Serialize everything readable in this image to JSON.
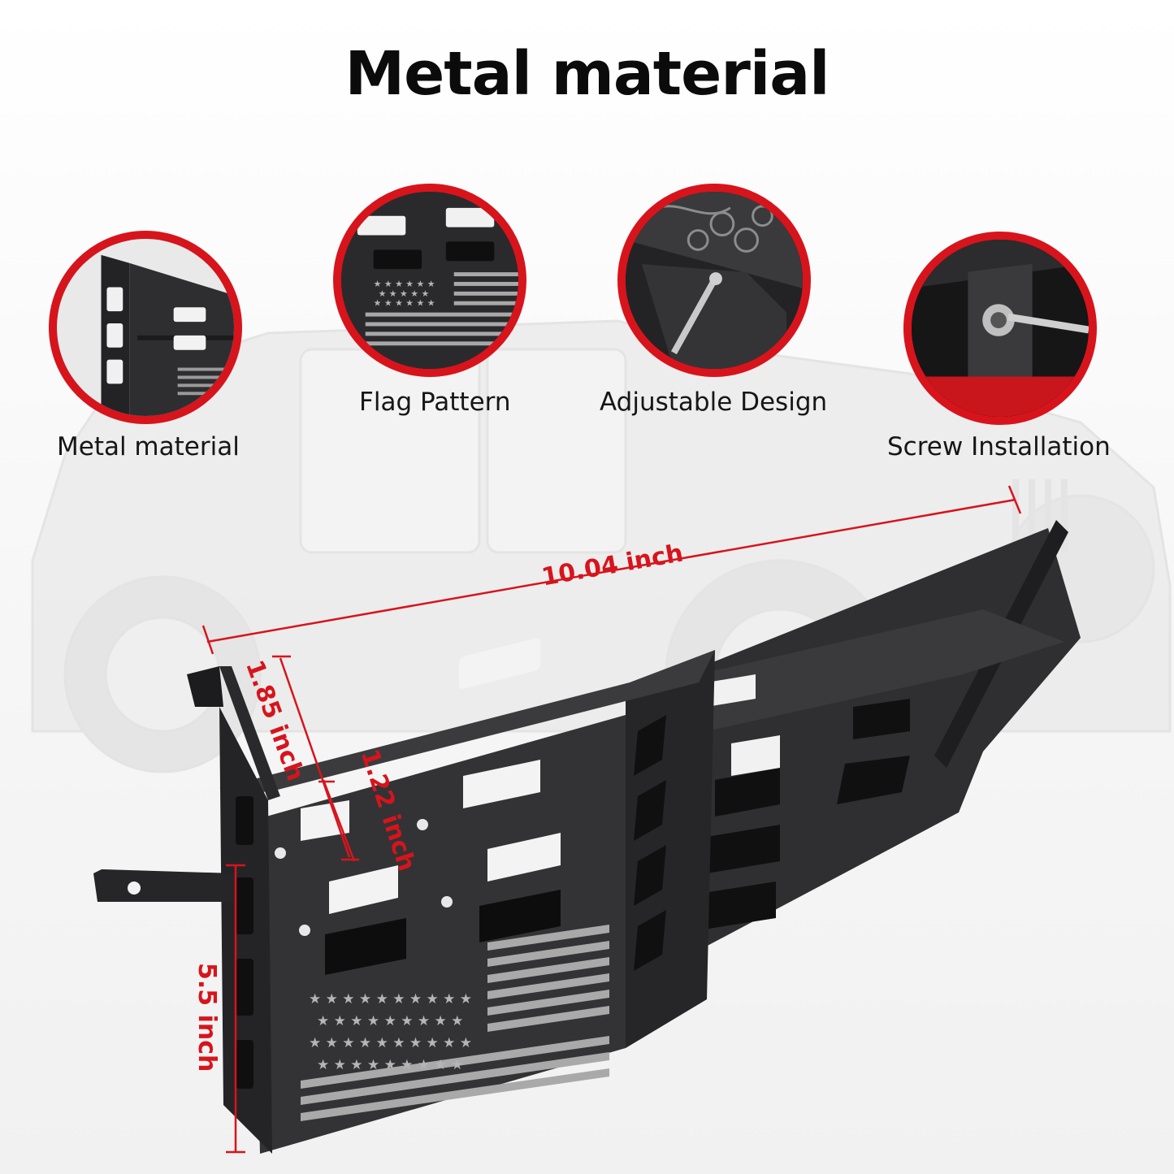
{
  "title": "Metal material",
  "features": [
    {
      "caption": "Metal material",
      "icon": "bracket-corner-closeup-icon"
    },
    {
      "caption": "Flag Pattern",
      "icon": "flag-engraving-closeup-icon"
    },
    {
      "caption": "Adjustable Design",
      "icon": "adjustable-bracket-closeup-icon"
    },
    {
      "caption": "Screw Installation",
      "icon": "screw-installation-closeup-icon"
    }
  ],
  "dimensions": {
    "width": "10.04 inch",
    "top_depth": "1.85 inch",
    "tab_height": "1.22 inch",
    "height": "5.5 inch"
  },
  "colors": {
    "accent": "#d7141c",
    "metal": "#2a2a2c",
    "engraving": "#a8a8a8"
  }
}
